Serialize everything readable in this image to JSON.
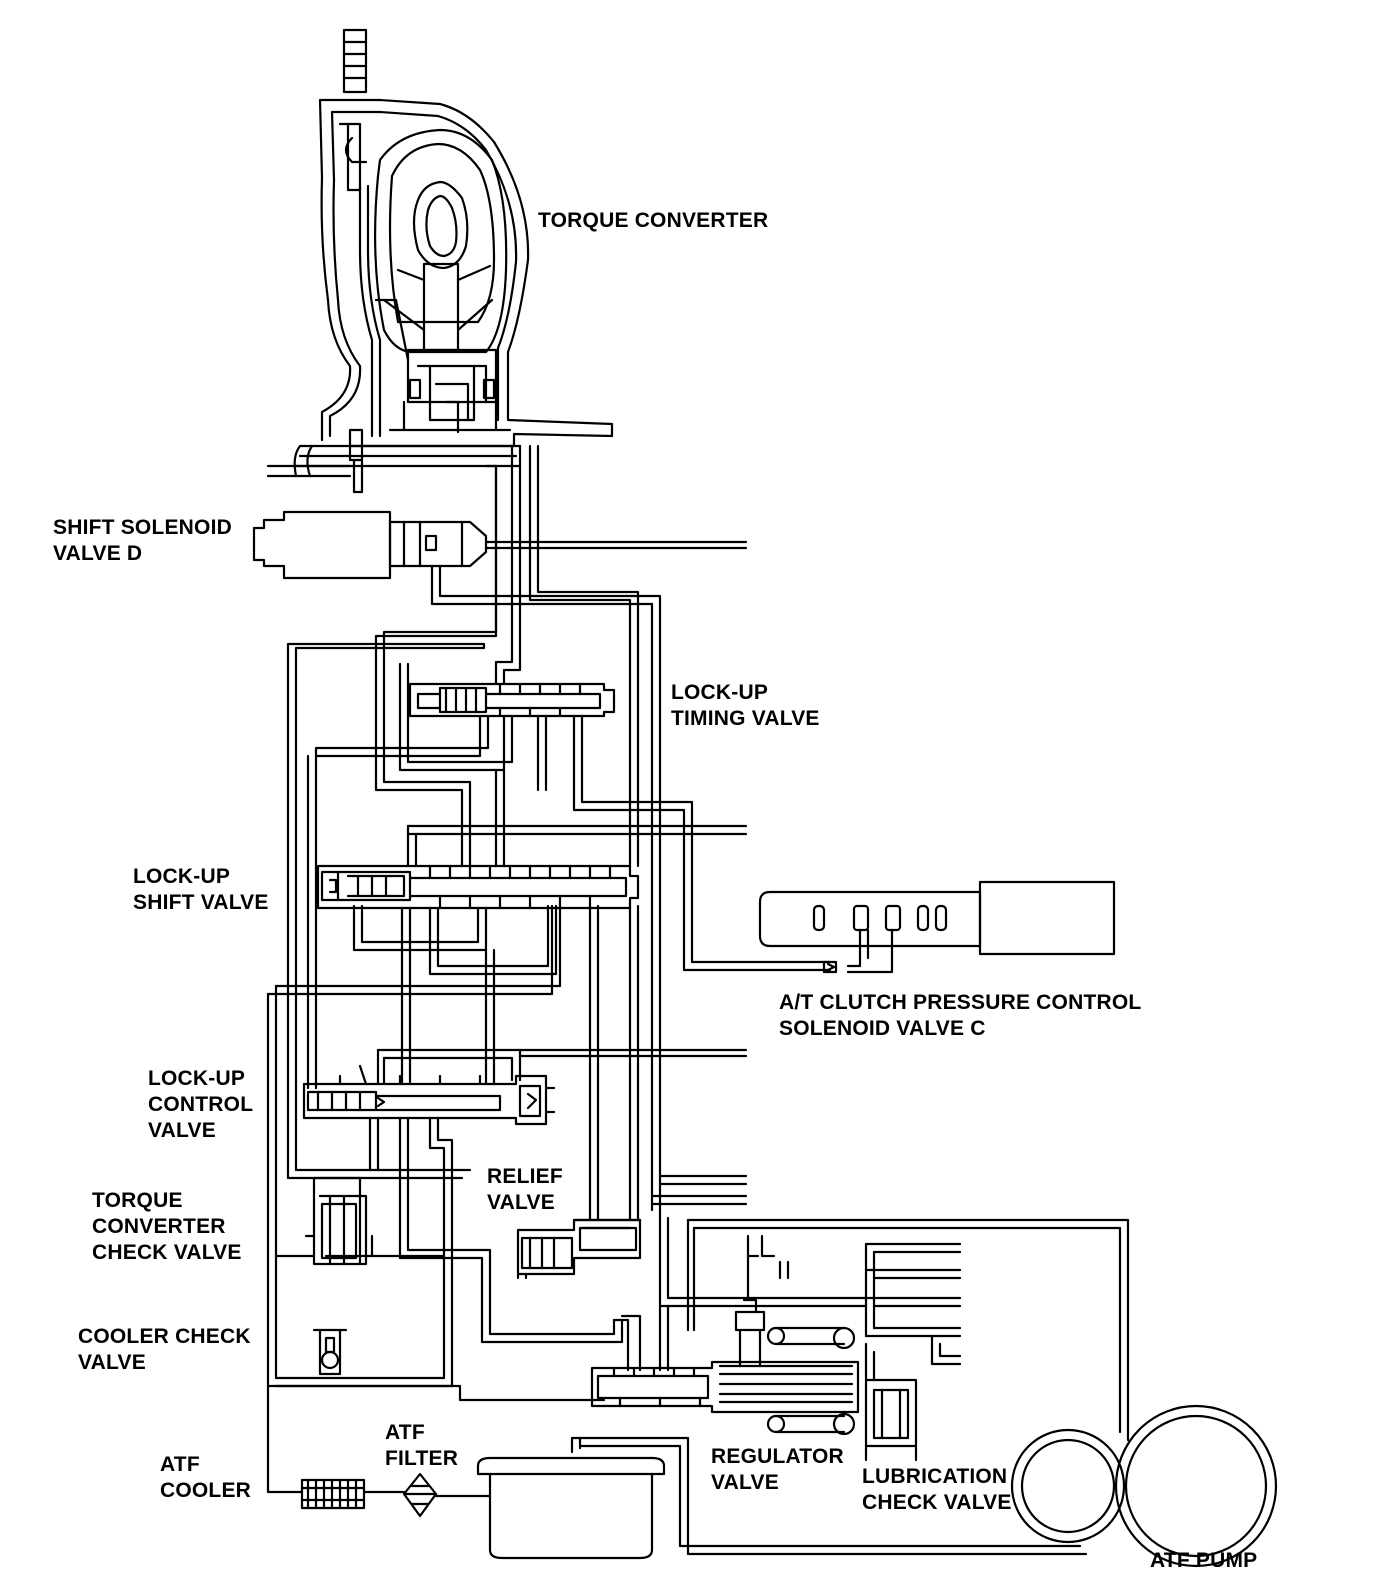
{
  "labels": {
    "torque_converter": "TORQUE CONVERTER",
    "shift_solenoid": [
      "SHIFT SOLENOID",
      "VALVE D"
    ],
    "lockup_timing": [
      "LOCK-UP",
      "TIMING VALVE"
    ],
    "lockup_shift": [
      "LOCK-UP",
      "SHIFT VALVE"
    ],
    "at_clutch": [
      "A/T CLUTCH PRESSURE CONTROL",
      "SOLENOID VALVE C"
    ],
    "lockup_control": [
      "LOCK-UP",
      "CONTROL",
      "VALVE"
    ],
    "relief": [
      "RELIEF",
      "VALVE"
    ],
    "tc_check": [
      "TORQUE",
      "CONVERTER",
      "CHECK VALVE"
    ],
    "cooler_check": [
      "COOLER CHECK",
      "VALVE"
    ],
    "atf_filter": [
      "ATF",
      "FILTER"
    ],
    "regulator": [
      "REGULATOR",
      "VALVE"
    ],
    "lubrication": [
      "LUBRICATION",
      "CHECK VALVE"
    ],
    "atf_cooler": [
      "ATF",
      "COOLER"
    ],
    "atf_pump": "ATF PUMP"
  },
  "colors": {
    "ink": "#000000",
    "paper": "#ffffff"
  }
}
